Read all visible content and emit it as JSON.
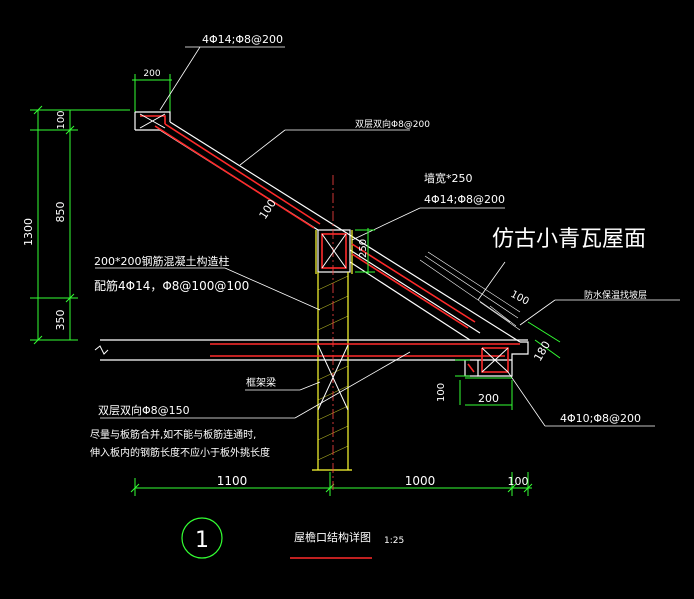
{
  "drawing": {
    "title": "屋檐口结构详图",
    "scale": "1:25",
    "detail_number": "1",
    "labels": {
      "top_rebar": "4Φ14;Φ8@200",
      "dim_200_top": "200",
      "two_layer_top": "双层双向Φ8@200",
      "wall_width": "墙宽*250",
      "ridge_rebar": "4Φ14;Φ8@200",
      "roof_material": "仿古小青瓦屋面",
      "column_spec": "200*200钢筋混凝土构造柱",
      "column_rebar": "配筋4Φ14，Φ8@100@100",
      "slab_thickness_upper": "100",
      "dim_250": "250",
      "dim_100_right": "100",
      "waterproof": "防水保温找坡层",
      "dim_180": "180",
      "frame_beam": "框架梁",
      "dim_100_bottom": "100",
      "dim_200_bottom": "200",
      "eave_rebar": "4Φ10;Φ8@200",
      "two_layer_bottom": "双层双向Φ8@150",
      "note_line1": "尽量与板筋合并,如不能与板筋连通时,",
      "note_line2": "伸入板内的钢筋长度不应小于板外挑长度"
    },
    "dims_vertical": {
      "total": "1300",
      "top": "100",
      "middle": "850",
      "bottom": "350"
    },
    "dims_horizontal": {
      "left": "1100",
      "middle": "1000",
      "right": "100"
    },
    "colors": {
      "background": "#000000",
      "concrete_outline": "#ffffff",
      "rebar": "#ff2a2a",
      "column": "#ffff33",
      "dimension": "#33ff33",
      "text": "#ffffff",
      "center_line": "#ff4444",
      "marker_circle": "#33ff33"
    }
  }
}
